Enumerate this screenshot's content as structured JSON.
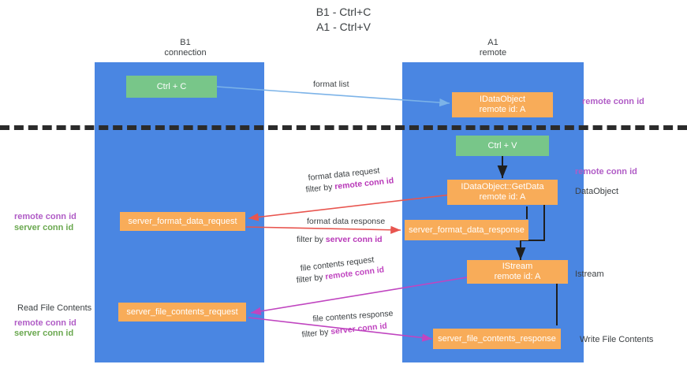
{
  "diagram": {
    "title": "B1 - Ctrl+C\nA1 - Ctrl+V",
    "type": "sequence-flow",
    "lanes": [
      {
        "id": "b1",
        "title": "B1\nconnection",
        "color": "#4a86e2"
      },
      {
        "id": "a1",
        "title": "A1\nremote",
        "color": "#4a86e2"
      }
    ],
    "nodes": [
      {
        "id": "ctrl-c",
        "lane": "b1",
        "label": "Ctrl + C",
        "sublabel": "",
        "color": "#78c689"
      },
      {
        "id": "idataobject",
        "lane": "a1",
        "label": "IDataObject",
        "sublabel": "remote id: A",
        "color": "#f8ac59"
      },
      {
        "id": "ctrl-v",
        "lane": "a1",
        "label": "Ctrl + V",
        "sublabel": "",
        "color": "#78c689"
      },
      {
        "id": "getdata",
        "lane": "a1",
        "label": "IDataObject::GetData",
        "sublabel": "remote id: A",
        "color": "#f8ac59"
      },
      {
        "id": "server-format-data-request",
        "lane": "b1",
        "label": "server_format_data_request",
        "sublabel": "",
        "color": "#f8ac59"
      },
      {
        "id": "server-format-data-response",
        "lane": "a1",
        "label": "server_format_data_response",
        "sublabel": "",
        "color": "#f8ac59"
      },
      {
        "id": "istream",
        "lane": "a1",
        "label": "IStream",
        "sublabel": "remote id: A",
        "color": "#f8ac59"
      },
      {
        "id": "server-file-contents-request",
        "lane": "b1",
        "label": "server_file_contents_request",
        "sublabel": "",
        "color": "#f8ac59"
      },
      {
        "id": "server-file-contents-response",
        "lane": "a1",
        "label": "server_file_contents_response",
        "sublabel": "",
        "color": "#f8ac59"
      }
    ],
    "edges": [
      {
        "id": "format-list",
        "from": "ctrl-c",
        "to": "idataobject",
        "label": "format list",
        "filter": "",
        "color": "#7cb3e8"
      },
      {
        "id": "format-data-request",
        "from": "getdata",
        "to": "server-format-data-request",
        "label": "format data request",
        "filter_prefix": "filter by ",
        "filter": "remote conn id",
        "color": "#e8554f"
      },
      {
        "id": "format-data-response",
        "from": "server-format-data-request",
        "to": "server-format-data-response",
        "label": "format data response",
        "filter_prefix": "filter by ",
        "filter": "server conn id",
        "color": "#e8554f"
      },
      {
        "id": "file-contents-request",
        "from": "istream",
        "to": "server-file-contents-request",
        "label": "file contents request",
        "filter_prefix": "filter by ",
        "filter": "remote conn id",
        "color": "#c045c0"
      },
      {
        "id": "file-contents-response",
        "from": "server-file-contents-request",
        "to": "server-file-contents-response",
        "label": "file contents response",
        "filter_prefix": "filter by ",
        "filter": "server conn id",
        "color": "#c045c0"
      }
    ],
    "annotations": {
      "left": [
        {
          "id": "left-remote-conn-id",
          "text": "remote conn id",
          "color": "#b05cc6"
        },
        {
          "id": "left-server-conn-id",
          "text": "server conn id",
          "color": "#6aa84f"
        },
        {
          "id": "read-file-contents",
          "text": "Read File Contents",
          "color": "#3c4043"
        },
        {
          "id": "left-remote-conn-id-2",
          "text": "remote conn id",
          "color": "#b05cc6"
        },
        {
          "id": "left-server-conn-id-2",
          "text": "server conn id",
          "color": "#6aa84f"
        }
      ],
      "right": [
        {
          "id": "right-remote-conn-id-top",
          "text": "remote conn id",
          "color": "#b05cc6"
        },
        {
          "id": "right-remote-conn-id-mid",
          "text": "remote conn id",
          "color": "#b05cc6"
        },
        {
          "id": "dataobject",
          "text": "DataObject",
          "color": "#3c4043"
        },
        {
          "id": "istream-label",
          "text": "Istream",
          "color": "#3c4043"
        },
        {
          "id": "write-file-contents",
          "text": "Write File Contents",
          "color": "#3c4043"
        }
      ]
    },
    "divider": {
      "id": "phase-divider",
      "style": "dashed",
      "color": "#2b2b2b"
    }
  }
}
